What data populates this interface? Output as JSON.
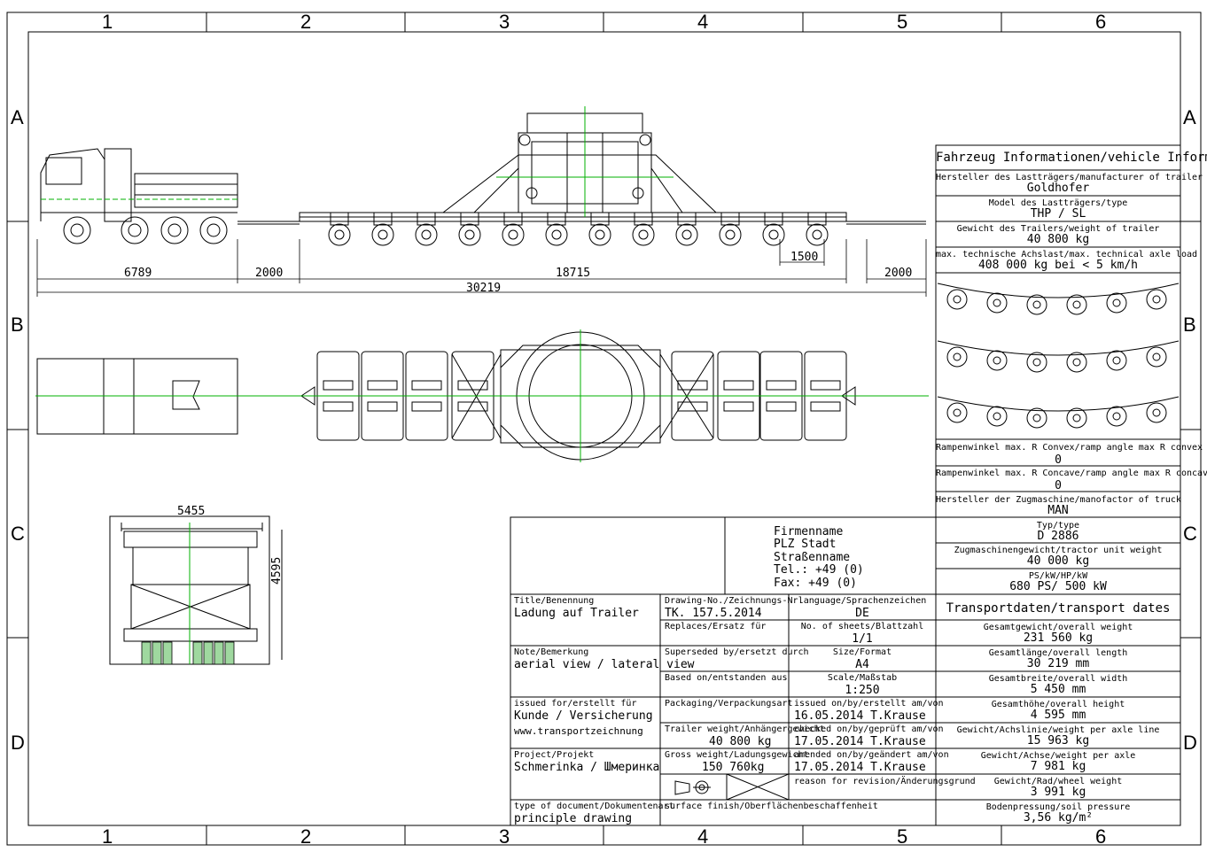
{
  "grid": {
    "columns": [
      "1",
      "2",
      "3",
      "4",
      "5",
      "6"
    ],
    "rows": [
      "A",
      "B",
      "C",
      "D"
    ]
  },
  "dimensions": {
    "truck_length": "6789",
    "gap_left": "2000",
    "trailer_length": "18715",
    "axle_spacing": "1500",
    "gap_right": "2000",
    "overall_length": "30219",
    "front_width": "5455",
    "front_height": "4595"
  },
  "company": {
    "name": "Firmenname",
    "city": "PLZ Stadt",
    "street": "Straßenname",
    "tel": "Tel.: +49 (0)",
    "fax": "Fax: +49 (0)"
  },
  "vehicle_info": {
    "header": "Fahrzeug Informationen/vehicle Information",
    "manufacturer_label": "Hersteller des Lastträgers/manufacturer of trailer",
    "manufacturer_value": "Goldhofer",
    "model_label": "Model des Lastträgers/type",
    "model_value": "THP / SL",
    "weight_label": "Gewicht des Trailers/weight of trailer",
    "weight_value": "40 800 kg",
    "axle_load_label": "max. technische Achslast/max. technical axle load",
    "axle_load_value": "408 000 kg bei < 5 km/h",
    "ramp_convex_label": "Rampenwinkel max. R Convex/ramp angle max R convex",
    "ramp_convex_value": "0",
    "ramp_concave_label": "Rampenwinkel max. R Concave/ramp angle max R concave",
    "ramp_concave_value": "0",
    "tractor_mfr_label": "Hersteller der Zugmaschine/manofactor of truck",
    "tractor_mfr_value": "MAN",
    "type_label": "Typ/type",
    "type_value": "D 2886",
    "tractor_weight_label": "Zugmaschinengewicht/tractor unit weight",
    "tractor_weight_value": "40 000 kg",
    "power_label": "PS/kW/HP/kW",
    "power_value": "680 PS/ 500 kW"
  },
  "transport": {
    "header": "Transportdaten/transport dates",
    "overall_weight_label": "Gesamtgewicht/overall weight",
    "overall_weight_value": "231 560 kg",
    "overall_length_label": "Gesamtlänge/overall length",
    "overall_length_value": "30 219 mm",
    "overall_width_label": "Gesamtbreite/overall width",
    "overall_width_value": "5 450 mm",
    "overall_height_label": "Gesamthöhe/overall height",
    "overall_height_value": "4 595 mm",
    "axle_line_label": "Gewicht/Achslinie/weight per axle line",
    "axle_line_value": "15 963 kg",
    "per_axle_label": "Gewicht/Achse/weight per axle",
    "per_axle_value": "7 981 kg",
    "wheel_label": "Gewicht/Rad/wheel weight",
    "wheel_value": "3 991 kg",
    "soil_label": "Bodenpressung/soil pressure",
    "soil_value": "3,56 kg/m²"
  },
  "title_block": {
    "title_label": "Title/Benennung",
    "title_value": "Ladung auf Trailer",
    "drawing_no_label": "Drawing-No./Zeichnungs-Nr.",
    "drawing_no_value": "TK. 157.5.2014",
    "language_label": "language/Sprachenzeichen",
    "language_value": "DE",
    "replaces_label": "Replaces/Ersatz für",
    "sheets_label": "No. of sheets/Blattzahl",
    "sheets_value": "1/1",
    "note_label": "Note/Bemerkung",
    "note_value": "aerial view / lateral view",
    "superseded_label": "Superseded by/ersetzt durch",
    "size_label": "Size/Format",
    "size_value": "A4",
    "based_label": "Based on/entstanden aus",
    "scale_label": "Scale/Maßstab",
    "scale_value": "1:250",
    "issued_label": "issued for/erstellt für",
    "issued_value": "Kunde / Versicherung",
    "website": "www.transportzeichnung",
    "packaging_label": "Packaging/Verpackungsart",
    "issued_on_label": "issued on/by/erstellt am/von",
    "issued_on_value": "16.05.2014 T.Krause",
    "trailer_weight_label": "Trailer weight/Anhängergewicht",
    "trailer_weight_value": "40 800 kg",
    "checked_label": "checked on/by/geprüft am/von",
    "checked_value": "17.05.2014 T.Krause",
    "project_label": "Project/Projekt",
    "project_value": "Schmerinka / Шмеринка",
    "gross_label": "Gross weight/Ladungsgewicht",
    "gross_value": "150 760kg",
    "amended_label": "amended on/by/geändert am/von",
    "amended_value": "17.05.2014 T.Krause",
    "reason_label": "reason for revision/Änderungsgrund",
    "doc_type_label": "type of document/Dokumentenart",
    "doc_type_value": "principle drawing",
    "surface_label": "surface finish/Oberflächenbeschaffenheit"
  },
  "colors": {
    "line": "#000000",
    "accent": "#00b000",
    "wheel": "#9fd89f"
  }
}
